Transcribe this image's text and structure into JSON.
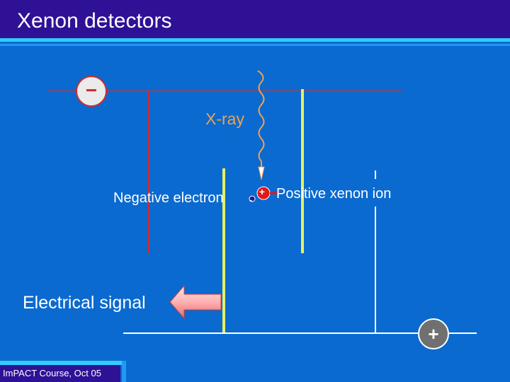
{
  "header": {
    "title": "Xenon detectors"
  },
  "labels": {
    "xray": "X-ray",
    "negative_electron": "Negative electron",
    "positive_ion": "Positive xenon ion",
    "electrical_signal": "Electrical signal"
  },
  "symbols": {
    "cathode_sign": "−",
    "anode_sign": "+",
    "ion_sign": "+",
    "electron_sign": "-"
  },
  "footer": {
    "text": "ImPACT Course, Oct 05"
  },
  "colors": {
    "background": "#0a6ad0",
    "title_bar": "#2f1196",
    "accent_stripe": "#33ccff",
    "cathode_wire": "#d42a2a",
    "anode_wire": "#ffffff",
    "collector_plate": "#e8f060",
    "xray_wave": "#f0a050",
    "ion": "#e01818",
    "electron": "#1a1a9a"
  }
}
